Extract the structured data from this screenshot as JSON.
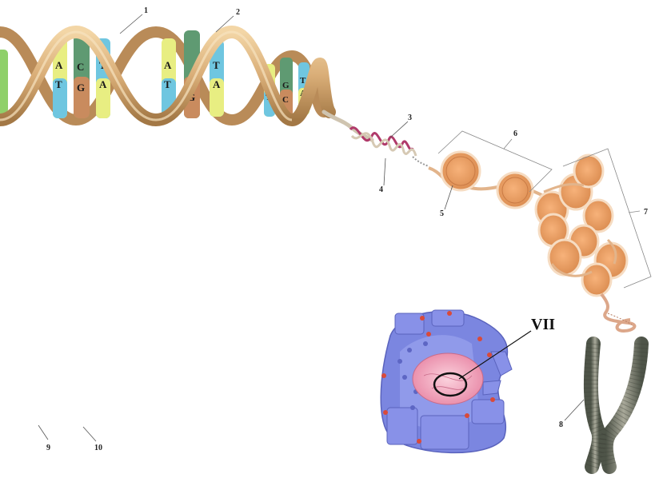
{
  "labels": {
    "n1": "1",
    "n2": "2",
    "n3": "3",
    "n4": "4",
    "n5": "5",
    "n6": "6",
    "n7": "7",
    "n8": "8",
    "n9": "9",
    "n10": "10",
    "roman": "VII"
  },
  "bases": {
    "turn1": {
      "top": [
        "A",
        "C",
        "T"
      ],
      "bottom": [
        "T",
        "G",
        "A"
      ]
    },
    "turn2": {
      "top": [
        "A",
        "C",
        "T"
      ],
      "bottom": [
        "T",
        "G",
        "A"
      ]
    },
    "turn3": {
      "top": [
        "A",
        "G",
        "T"
      ],
      "bottom": [
        "T",
        "C",
        "A"
      ]
    }
  },
  "colors": {
    "backbone": "#d9b07e",
    "backbone_dark": "#a9804f",
    "adenine": "#e8ee82",
    "thymine": "#6fc6e0",
    "cytosine": "#5f9a72",
    "guanine": "#c98b5e",
    "histone": "#f0a870",
    "chromatid": "#7d7d6a",
    "cell": "#7b86e0",
    "nucleus": "#f3a7c0"
  }
}
